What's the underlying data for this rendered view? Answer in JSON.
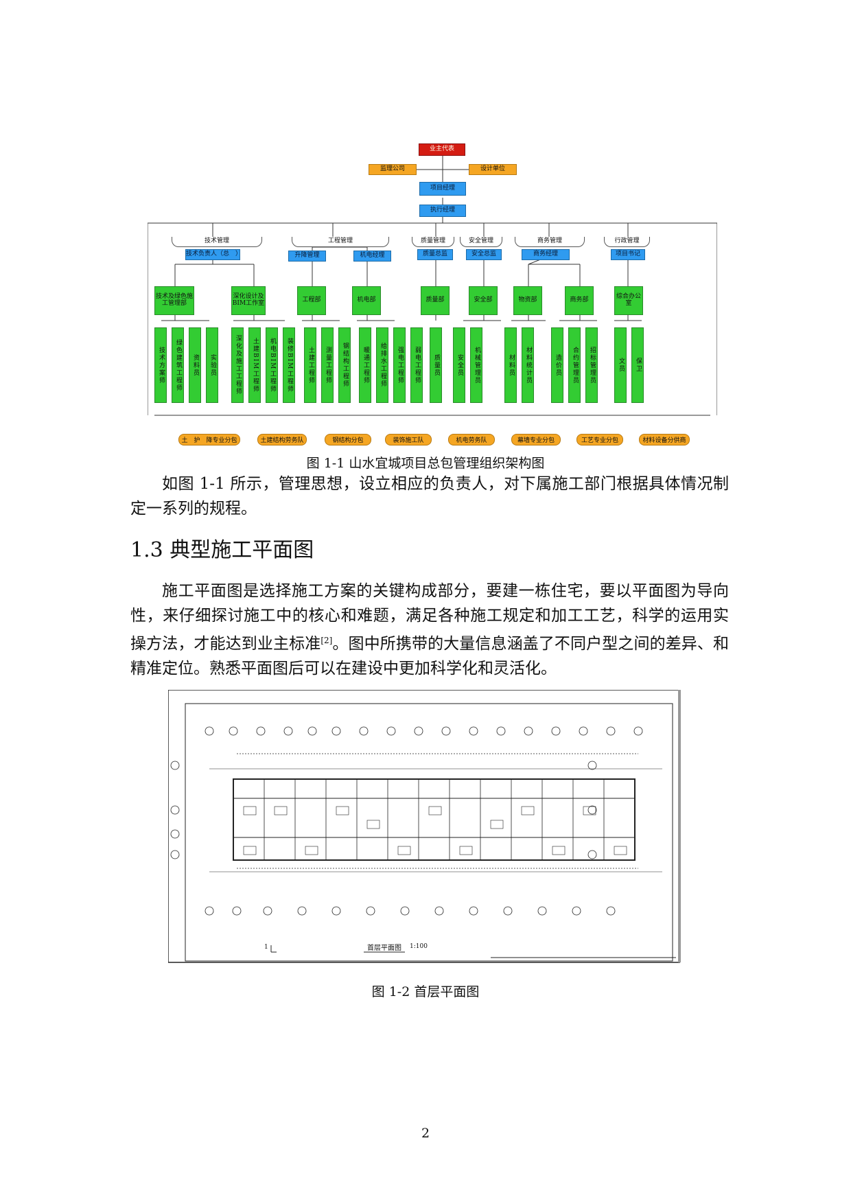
{
  "org_chart": {
    "top": "业主代表",
    "supervisor": "监理公司",
    "partner": "设计单位",
    "pm": "项目经理",
    "exec": "执行经理",
    "groups": [
      "技术管理",
      "工程管理",
      "质量管理",
      "安全管理",
      "商务管理",
      "行政管理"
    ],
    "managers": [
      "技术负责人（总　）",
      "升降管理",
      "机电经理",
      "质量总监",
      "安全总监",
      "商务经理",
      "项目书记"
    ],
    "depts": [
      "技术及绿色施工管理部",
      "深化设计及BIM工作室",
      "工程部",
      "机电部",
      "质量部",
      "安全部",
      "物资部",
      "商务部",
      "综合办公室"
    ],
    "staff": [
      "技术方案师",
      "绿色建筑工程师",
      "资料员",
      "实验员",
      "深化及施工工程师",
      "土建BIM工程师",
      "机电BIM工程师",
      "装修BIM工程师",
      "土建工程师",
      "测量工程师",
      "钢结构工程师",
      "暖通工程师",
      "给排水工程师",
      "强电工程师",
      "弱电工程师",
      "质量员",
      "安全员",
      "机械管理员",
      "材料员",
      "材料统计员",
      "造价员",
      "合约管理员",
      "招标管理员",
      "文员",
      "保卫"
    ],
    "subcontractors": [
      "土　护　降专业分包",
      "土建结构劳务队",
      "钢结构分包",
      "装饰施工队",
      "机电劳务队",
      "幕墙专业分包",
      "工艺专业分包",
      "材料设备分供商"
    ]
  },
  "fig1_caption": "图 1-1 山水宜城项目总包管理组织架构图",
  "para1": "如图 1-1 所示，管理思想，设立相应的负责人，对下属施工部门根据具体情况制定一系列的规程。",
  "section_heading": "1.3 典型施工平面图",
  "para2_main": "施工平面图是选择施工方案的关键构成部分，要建一栋住宅，要以平面图为导向性，来仔细探讨施工中的核心和难题，满足各种施工规定和加工工艺，科学的运用实操方法，才能达到业主标准",
  "para2_ref": "[2]",
  "para2_tail": "。图中所携带的大量信息涵盖了不同户型之间的差异、和精准定位。熟悉平面图后可以在建设中更加科学化和灵活化。",
  "plan": {
    "title": "首层平面图",
    "scale": "1:100",
    "marker": "1"
  },
  "fig2_caption": "图 1-2 首层平面图",
  "page_number": "2"
}
